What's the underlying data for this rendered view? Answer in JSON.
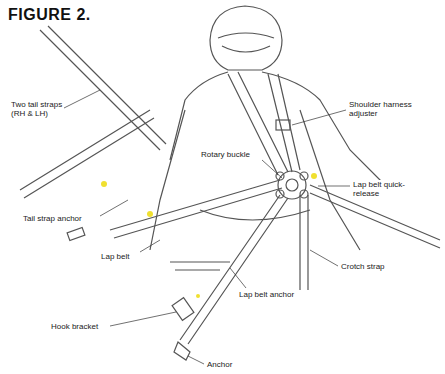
{
  "diagram": {
    "title": "FIGURE 2.",
    "labels": [
      "Two tail straps (RH & LH)",
      "Shoulder harness adjuster",
      "Rotary buckle",
      "Lap belt quick-release",
      "Tail strap anchor",
      "Lap belt",
      "Crotch strap",
      "Lap belt anchor",
      "Hook bracket",
      "Anchor"
    ]
  }
}
